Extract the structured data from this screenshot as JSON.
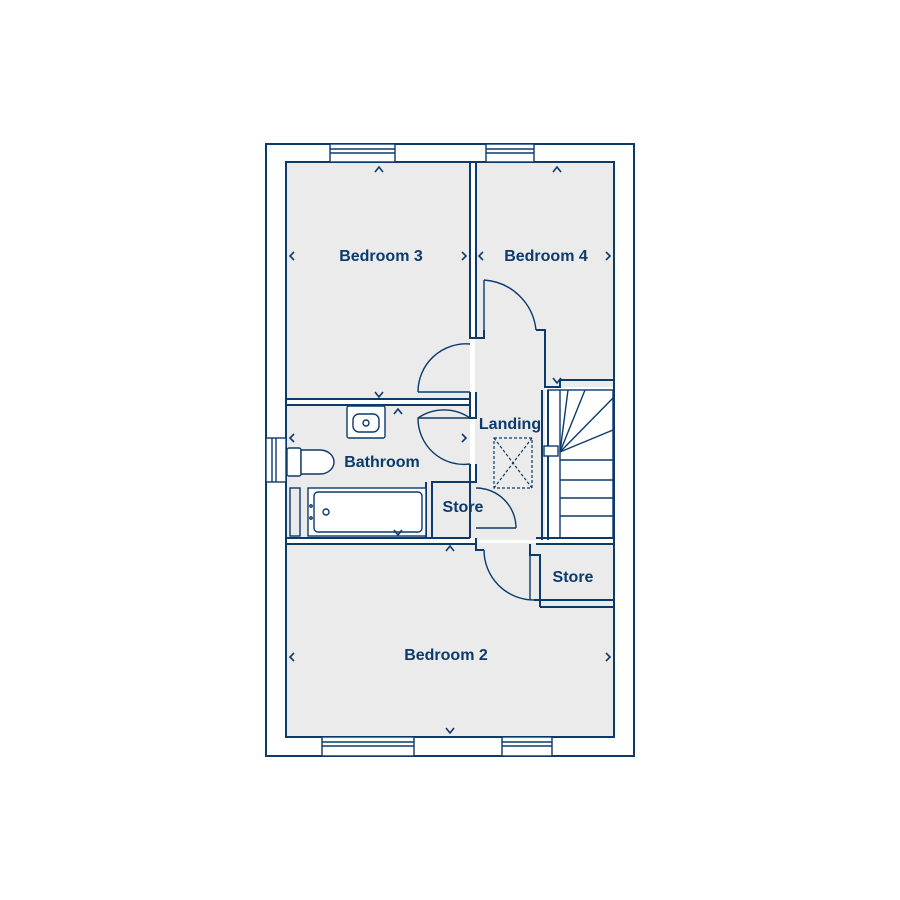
{
  "rooms": {
    "bedroom3": "Bedroom 3",
    "bedroom4": "Bedroom 4",
    "landing": "Landing",
    "bathroom": "Bathroom",
    "store1": "Store",
    "store2": "Store",
    "bedroom2": "Bedroom 2"
  },
  "icons": [
    "window",
    "door-swing",
    "staircase",
    "loft-hatch",
    "basin",
    "toilet",
    "bath",
    "dimension-arrow"
  ],
  "colors": {
    "line": "#0b3a6b",
    "floor": "#ebebeb",
    "background": "#ffffff"
  }
}
